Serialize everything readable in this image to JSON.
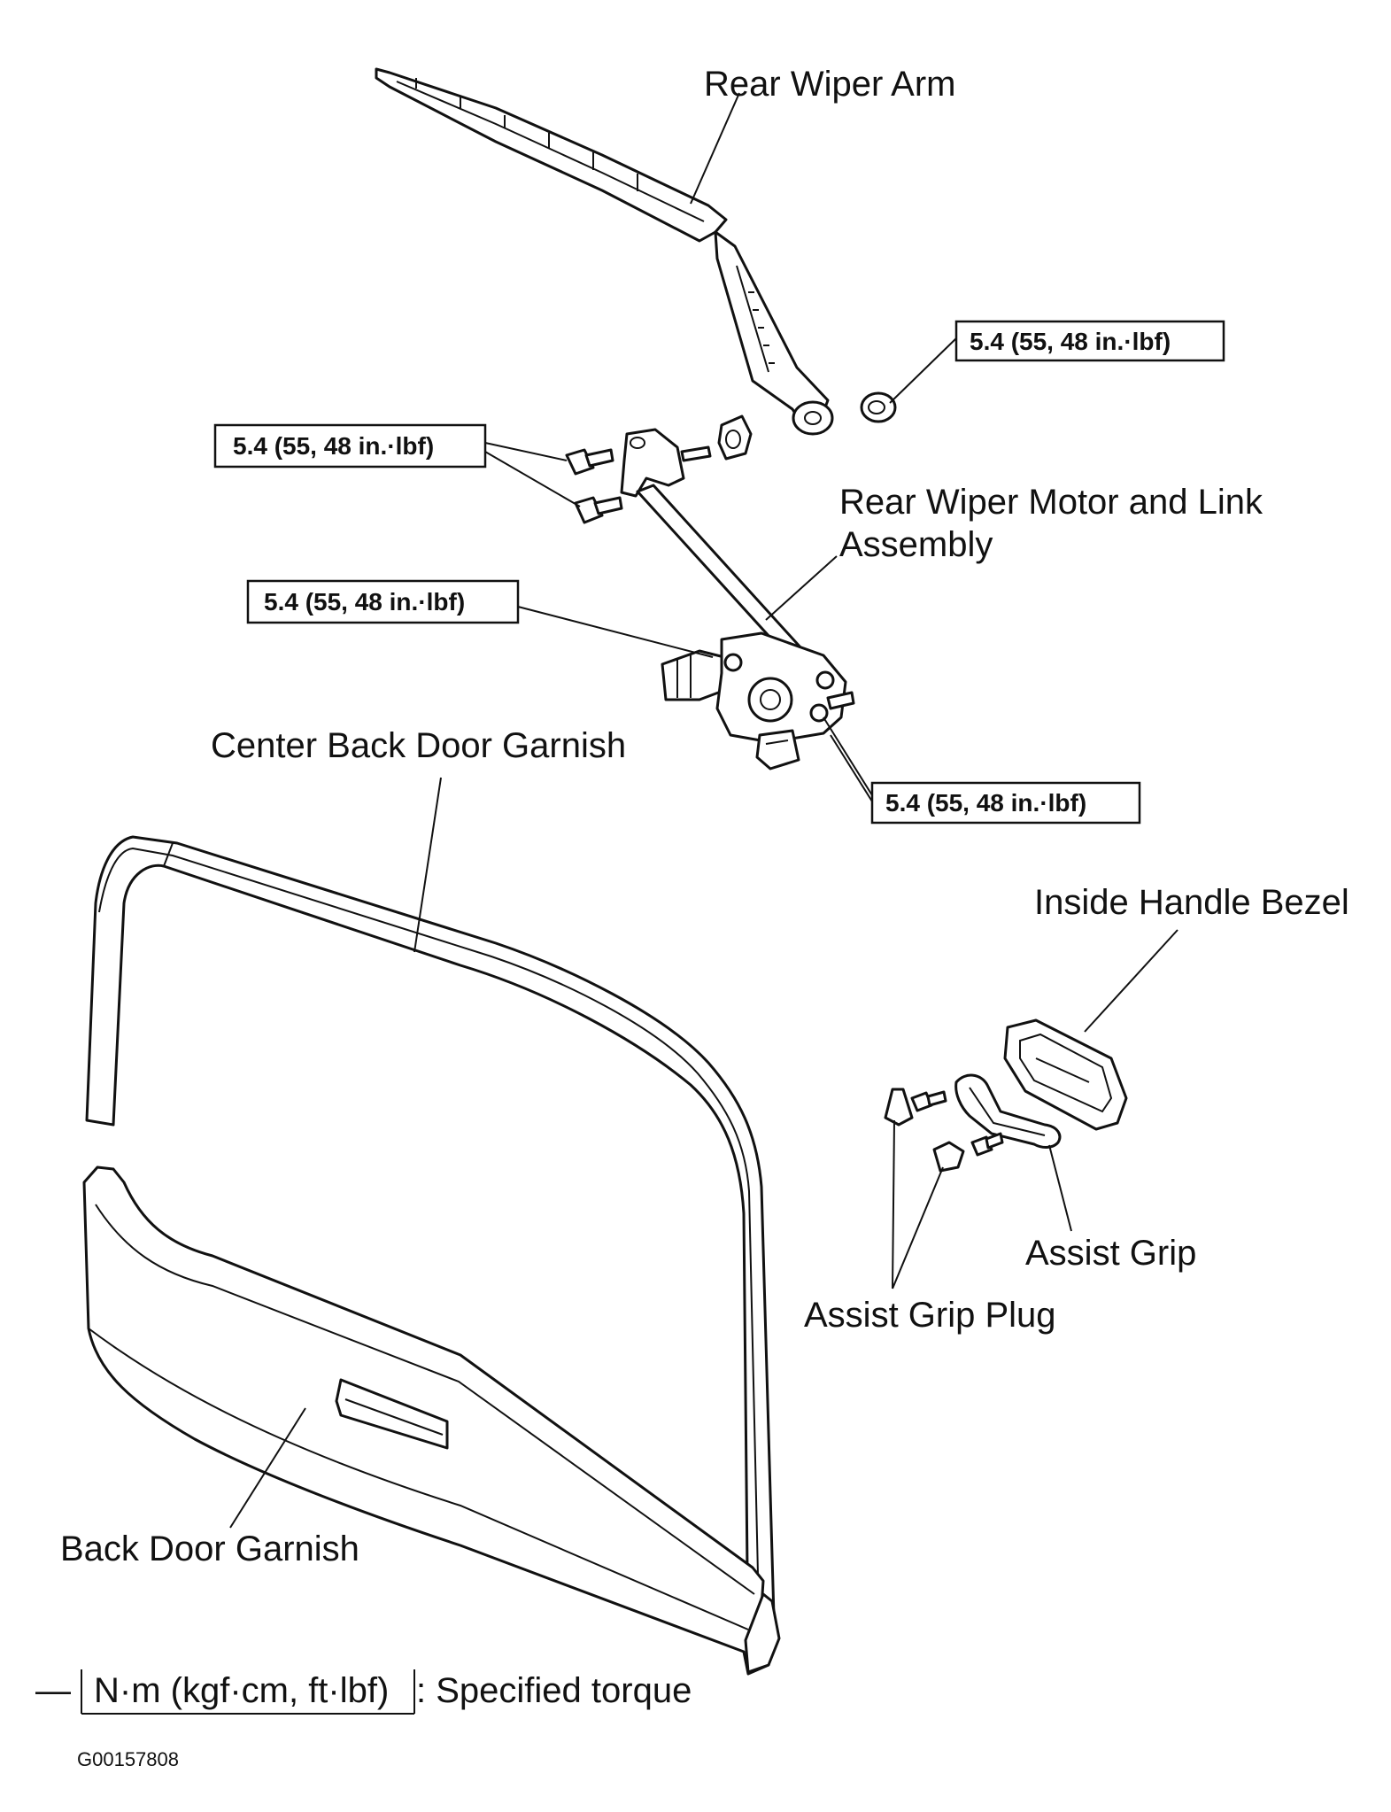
{
  "labels": {
    "rear_wiper_arm": "Rear Wiper Arm",
    "rear_wiper_motor_line1": "Rear Wiper Motor and Link",
    "rear_wiper_motor_line2": "Assembly",
    "center_back_door_garnish": "Center Back Door Garnish",
    "inside_handle_bezel": "Inside Handle Bezel",
    "assist_grip": "Assist Grip",
    "assist_grip_plug": "Assist Grip Plug",
    "back_door_garnish": "Back Door Garnish"
  },
  "torque_specs": {
    "arm_nut": "5.4 (55, 48 in.·lbf)",
    "pivot_bolts": "5.4 (55, 48 in.·lbf)",
    "motor_upper_bolt": "5.4 (55, 48 in.·lbf)",
    "motor_lower_bolts": "5.4 (55, 48 in.·lbf)"
  },
  "legend": {
    "dash": "—",
    "unit": "N·m (kgf·cm, ft·lbf)",
    "description": ": Specified torque"
  },
  "figure_code": "G00157808"
}
